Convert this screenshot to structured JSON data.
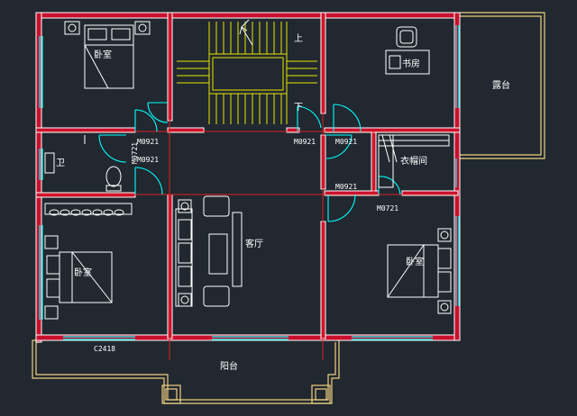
{
  "rooms": {
    "bedroom_top_left": "卧室",
    "study": "书房",
    "terrace": "露台",
    "bathroom": "卫",
    "closet": "衣帽间",
    "living_room": "客厅",
    "bedroom_bottom_left": "卧室",
    "bedroom_bottom_right": "卧室",
    "balcony": "阳台"
  },
  "stair": {
    "up_label": "上",
    "down_label": "下"
  },
  "door_codes": {
    "d_bath_top": "M0921",
    "d_bath_vert": "M0721",
    "d_bath_side": "M0921",
    "d_stair_right": "M0921",
    "d_study": "M0921",
    "d_closet_top": "M0921",
    "d_closet_bottom": "M0721"
  },
  "window_codes": {
    "w_bottom_left": "C2418"
  },
  "colors": {
    "background": "#212830",
    "wall": "#ffffff",
    "wall_section": "#c8102e",
    "axis_line": "#e02020",
    "window": "#00ffff",
    "stair": "#e6e600",
    "balcony": "#f0d080",
    "furniture": "#ffffff"
  }
}
